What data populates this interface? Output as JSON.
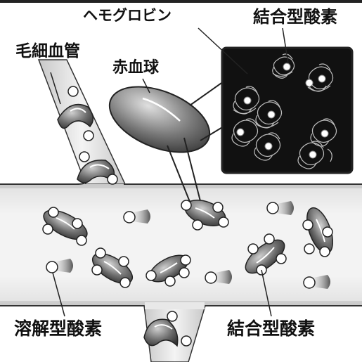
{
  "labels": {
    "hemoglobin": "ヘモグロビン",
    "bound_oxygen_top": "結合型酸素",
    "capillary": "毛細血管",
    "red_blood_cell": "赤血球",
    "dissolved_oxygen": "溶解型酸素",
    "bound_oxygen_bottom": "結合型酸素"
  },
  "colors": {
    "vessel_fill": "#dcdcdc",
    "vessel_highlight": "#f4f4f4",
    "cell_dark": "#555555",
    "cell_light": "#bdbdbd",
    "inset_background": "#111111",
    "outline": "#222222"
  }
}
